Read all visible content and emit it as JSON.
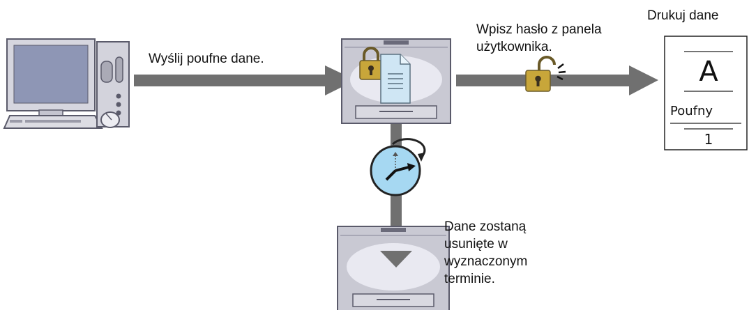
{
  "labels": {
    "send": "Wyślij poufne dane.",
    "enter_password": "Wpisz hasło z panela\nużytkownika.",
    "print": "Drukuj dane",
    "deleted": "Dane zostaną\nusunięte w\nwyznaczonym\nterminie."
  },
  "document": {
    "letter": "A",
    "word": "Poufny",
    "number": "1"
  },
  "colors": {
    "arrow": "#707070",
    "screen": "#8e96b5",
    "printer_body": "#c9c9d3",
    "printer_window": "#e9e9f1",
    "clock_face": "#a6d8f2",
    "lock_gold": "#c8a63a",
    "document_blue": "#cfe6f4"
  },
  "icons": {
    "computer": "desktop-computer-icon",
    "printer": "printer-icon",
    "lock_closed": "padlock-closed-icon",
    "lock_open": "padlock-open-icon",
    "document": "document-icon",
    "clock": "clock-icon"
  }
}
